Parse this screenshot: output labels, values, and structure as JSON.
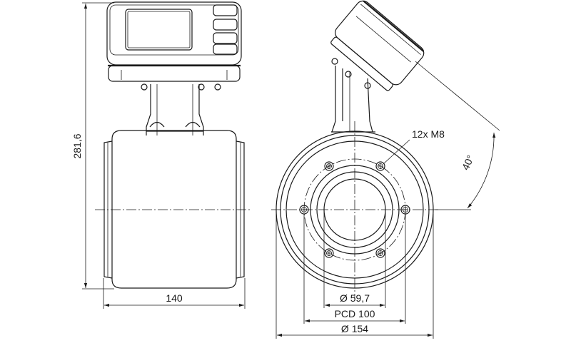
{
  "title": "Flow meter dimension drawing",
  "dimensions": {
    "height": "281,6",
    "length": "140",
    "bore": "Ø 59,7",
    "pcd": "PCD 100",
    "outer_diameter": "Ø 154",
    "bolts": "12x M8",
    "tilt_angle": "40°"
  }
}
